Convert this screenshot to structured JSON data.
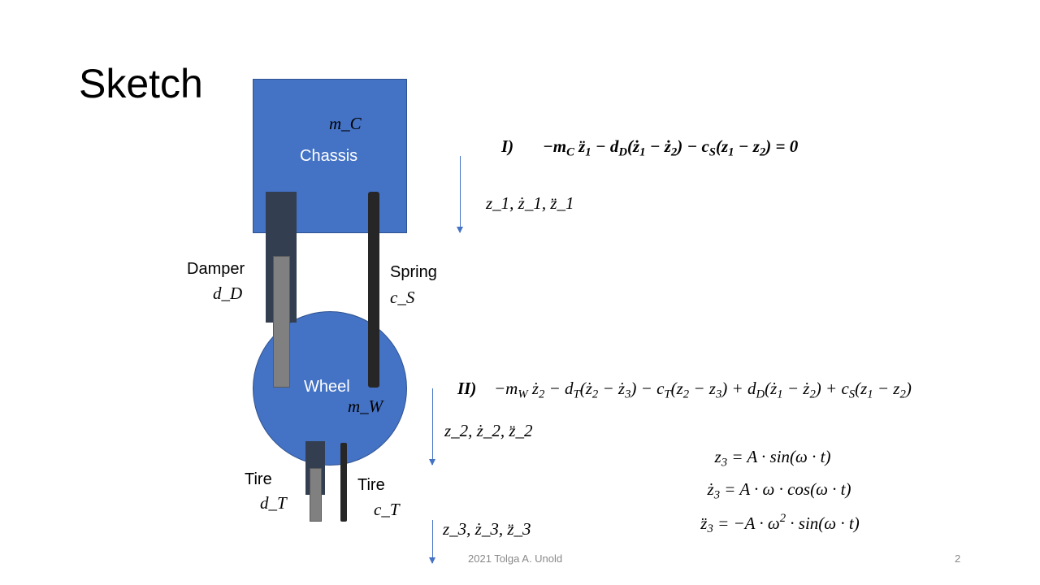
{
  "slide": {
    "title": "Sketch",
    "footer": "2021 Tolga A. Unold",
    "page_number": "2"
  },
  "diagram": {
    "chassis_label": "Chassis",
    "chassis_mass": "m_C",
    "wheel_label": "Wheel",
    "wheel_mass": "m_W",
    "damper_label": "Damper",
    "damper_symbol": "d_D",
    "spring_label": "Spring",
    "spring_symbol": "c_S",
    "tire_damper_label": "Tire",
    "tire_damper_symbol": "d_T",
    "tire_spring_label": "Tire",
    "tire_spring_symbol": "c_T",
    "z1_states": "z_1, ż_1, z̈_1",
    "z2_states": "z_2, ż_2, z̈_2",
    "z3_states": "z_3, ż_3, z̈_3"
  },
  "equations": {
    "eq1_label": "I)",
    "eq1": "−m_C z̈_1 − d_D(ż_1 − ż_2) − c_S(z_1 − z_2) = 0",
    "eq2_label": "II)",
    "eq2": "−m_W ż_2 − d_T(ż_2 − ż_3) − c_T(z_2 − z_3) + d_D(ż_1 − ż_2) + c_S(z_1 − z_2)",
    "z3": "z_3 = A · sin(ω · t)",
    "z3_dot": "ż_3 = A · ω · cos(ω · t)",
    "z3_ddot": "z̈_3 = −A · ω^2 · sin(ω · t)"
  },
  "colors": {
    "body_blue": "#4472C4",
    "damper_outer": "#333F50",
    "damper_inner": "#808080",
    "spring": "#262626"
  }
}
